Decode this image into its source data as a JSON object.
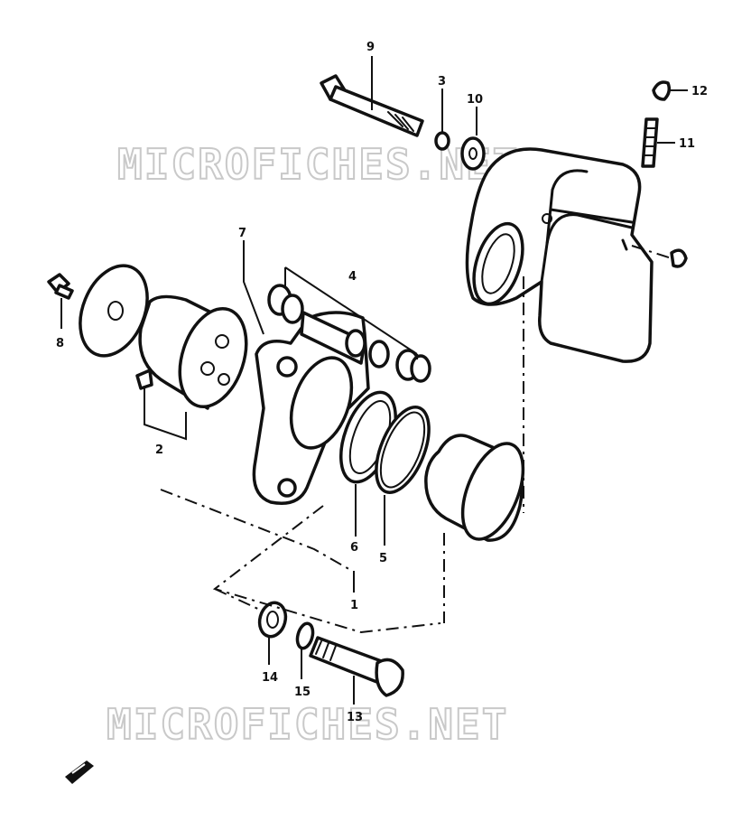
{
  "diagram": {
    "watermark_text": "MICROFICHES.NET",
    "callouts": [
      {
        "id": "part-1",
        "label": "1"
      },
      {
        "id": "part-2",
        "label": "2"
      },
      {
        "id": "part-3",
        "label": "3"
      },
      {
        "id": "part-4",
        "label": "4"
      },
      {
        "id": "part-5",
        "label": "5"
      },
      {
        "id": "part-6",
        "label": "6"
      },
      {
        "id": "part-7",
        "label": "7"
      },
      {
        "id": "part-8",
        "label": "8"
      },
      {
        "id": "part-9",
        "label": "9"
      },
      {
        "id": "part-10",
        "label": "10"
      },
      {
        "id": "part-11",
        "label": "11"
      },
      {
        "id": "part-12",
        "label": "12"
      },
      {
        "id": "part-13",
        "label": "13"
      },
      {
        "id": "part-14",
        "label": "14"
      },
      {
        "id": "part-15",
        "label": "15"
      }
    ],
    "line_color": "#111111",
    "watermark_color": "#c9c9c9",
    "front_arrow_icon": "front-arrow-icon"
  }
}
